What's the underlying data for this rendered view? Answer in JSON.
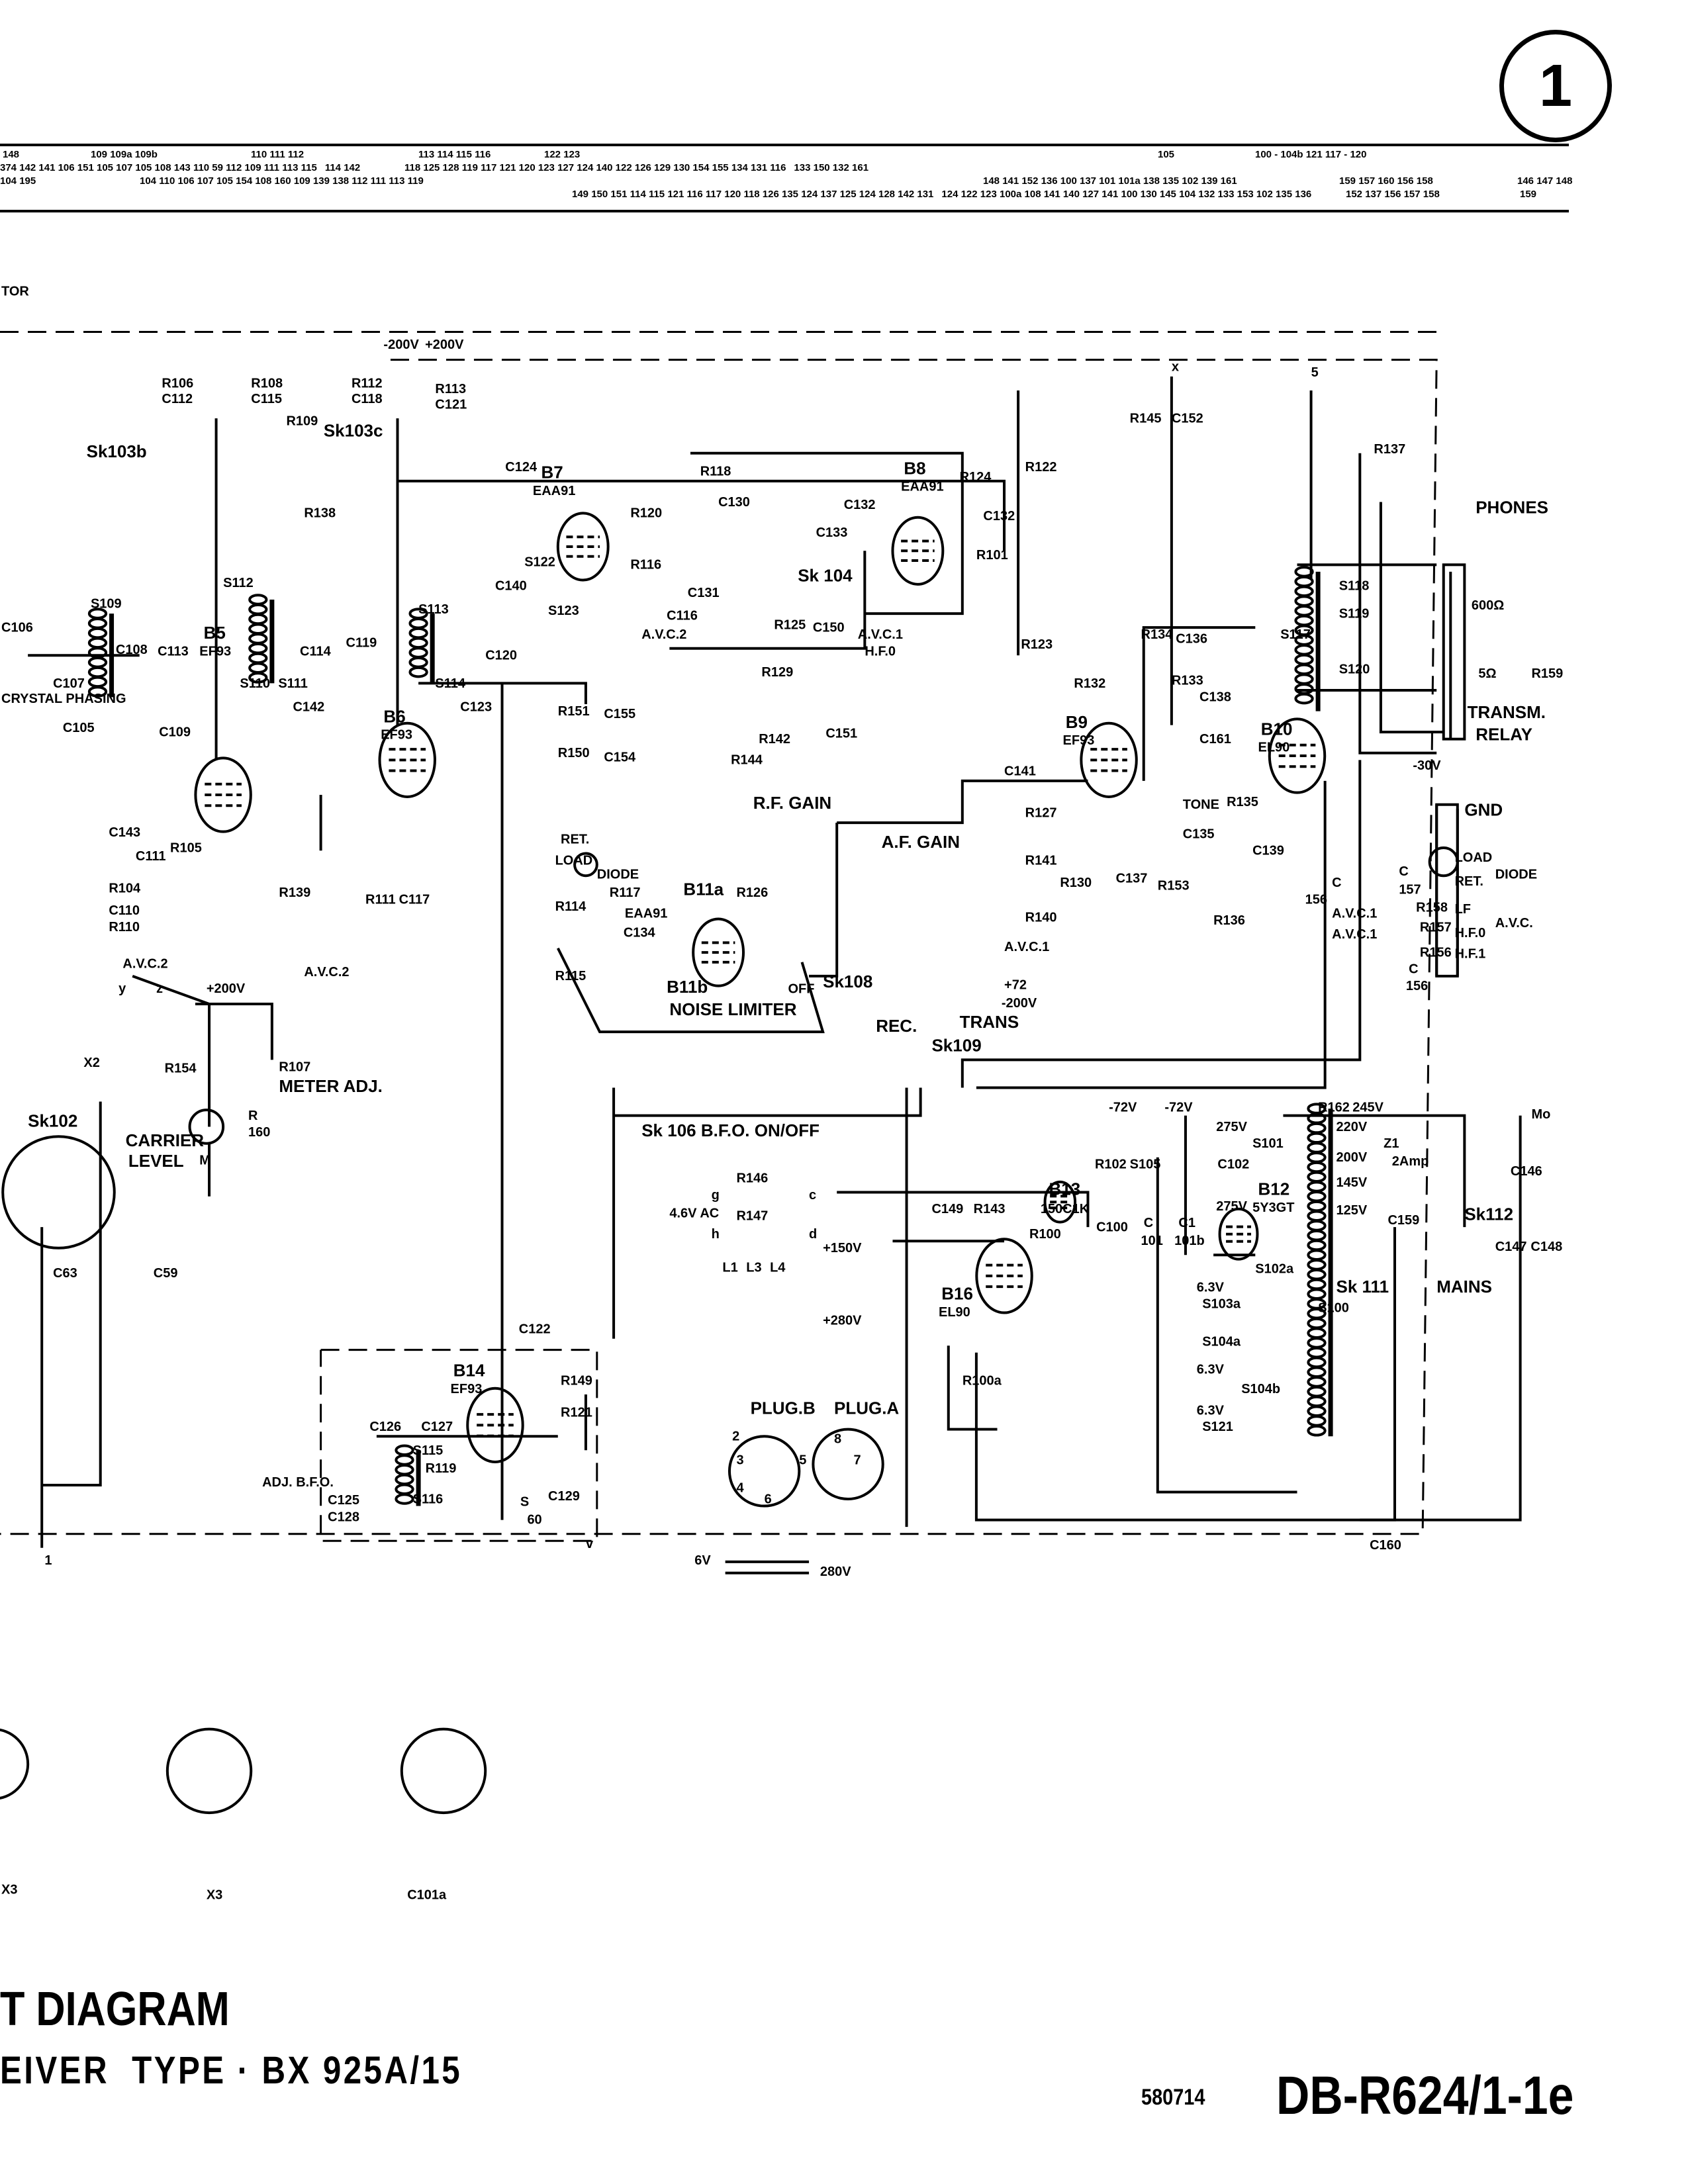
{
  "page_number": "1",
  "title": {
    "line1": "T DIAGRAM",
    "line2": "EIVER  TYPE · BX 925A/15",
    "code": "580714",
    "document_number": "DB-R624/1-1e"
  },
  "reference_strip": [
    "148",
    "109 109a 109b",
    "110 111 112",
    "113 114 115 116",
    "122 123",
    "374 142 141 106 151 105 107 105 108 143 110 59 112 109 111 113 115",
    "114  142",
    "118 125 128 119 117 121  120 123 127 124 140 122 126 129  130 154 155 134 131 116",
    "133 150  132 161",
    "104 110  106 107 105 154 108 160 109  139 138  112  111  113  119",
    "149 150 151 114 115 121 116 117 120 118 126 135 124 137 125 124 128 142 131",
    "105",
    "100 - 104b 121 117 - 120",
    "148  141  152 136 100 137  101 101a  138 135 102 139 161",
    "159 157  160  156 158",
    "146 147 148",
    "124 122  123  100a 108 141 140 127 141 100 130 145 104 132 133 153 102  135 136",
    "152  137 156 157 158",
    "159",
    "104 195"
  ],
  "components": [
    "B5",
    "EF93",
    "B6",
    "EF93",
    "B7",
    "EAA91",
    "B8",
    "EAA91",
    "B9",
    "EF93",
    "B10",
    "EL90",
    "B11a",
    "B11b",
    "EAA91",
    "B12",
    "5Y3GT",
    "B13",
    "150C1K",
    "B14",
    "EF93",
    "B16",
    "EL90",
    "PHONES",
    "600Ω",
    "TRANSM.",
    "RELAY",
    "GND",
    "LOAD",
    "RET.",
    "DIODE",
    "LF",
    "H.F.0",
    "H.F.1",
    "A.V.C.",
    "A.F. GAIN",
    "R.F. GAIN",
    "NOISE LIMITER",
    "OFF",
    "Sk108",
    "Sk 104",
    "Sk103b",
    "Sk103c",
    "Sk 106  B.F.O. ON/OFF",
    "Sk109",
    "REC.",
    "TRANS",
    "Sk 111",
    "MAINS",
    "Sk112",
    "Mo",
    "METER ADJ.",
    "CARRIER",
    "LEVEL",
    "M",
    "X2",
    "Sk102",
    "PLUG.B",
    "PLUG.A",
    "ADJ. B.F.O.",
    "L1",
    "L3",
    "L4",
    "6V",
    "280V",
    "X3",
    "C101a",
    "X3",
    "TONE",
    "4.6V AC",
    "A.V.C.2",
    "A.V.C.2",
    "A.V.C.2",
    "A.V.C.1",
    "H.F.0",
    "A.V.C.1",
    "A.V.C.1",
    "A.V.C.1",
    "RET.",
    "LOAD",
    "DIODE",
    "CRYSTAL PHASING",
    "TOR",
    "R106",
    "C112",
    "R108",
    "C115",
    "R112",
    "C118",
    "R113",
    "C121",
    "R109",
    "R138",
    "C124",
    "R118",
    "C130",
    "C133",
    "C132",
    "C132",
    "R124",
    "R122",
    "R101",
    "R120",
    "R116",
    "C140",
    "S122",
    "S123",
    "C131",
    "C116",
    "R125",
    "C150",
    "R129",
    "C151",
    "R142",
    "R144",
    "R151",
    "R150",
    "C155",
    "C154",
    "C123",
    "S113",
    "S114",
    "C120",
    "C119",
    "S112",
    "C113",
    "S110",
    "S111",
    "C114",
    "C142",
    "C109",
    "C105",
    "C108",
    "S109",
    "C106",
    "C107",
    "C143",
    "R105",
    "C111",
    "R104",
    "C110",
    "R110",
    "R139",
    "R111",
    "C117",
    "R145",
    "C152",
    "R123",
    "R134",
    "C136",
    "R132",
    "R133",
    "C138",
    "C161",
    "C141",
    "R127",
    "R141",
    "R140",
    "R130",
    "C137",
    "R153",
    "R135",
    "C135",
    "C139",
    "R136",
    "R137",
    "S118",
    "S119",
    "S117",
    "S120",
    "R159",
    "5Ω",
    "C",
    "156",
    "C",
    "157",
    "R158",
    "R157",
    "R156",
    "C",
    "156",
    "R154",
    "R107",
    "R",
    "160",
    "C63",
    "C59",
    "R117",
    "R126",
    "C134",
    "R114",
    "R115",
    "R146",
    "R147",
    "g",
    "h",
    "c",
    "d",
    "C122",
    "R149",
    "R121",
    "C126",
    "C127",
    "C125",
    "C128",
    "R119",
    "S115",
    "S116",
    "C129",
    "S",
    "60",
    "R102",
    "S105",
    "C149",
    "R143",
    "R100",
    "C100",
    "C",
    "101",
    "C1",
    "101b",
    "R100a",
    "275V",
    "C102",
    "S101",
    "R162",
    "245V",
    "220V",
    "Z1",
    "2Amp",
    "200V",
    "145V",
    "125V",
    "S102a",
    "S103a",
    "S104a",
    "S104b",
    "S121",
    "S100",
    "6.3V",
    "6.3V",
    "6.3V",
    "C146",
    "C147",
    "C148",
    "C159",
    "C160",
    "275V",
    "+150V",
    "+280V",
    "-200V",
    "+200V",
    "-30V",
    "-72V",
    "-72V",
    "-200V",
    "+72",
    "v",
    "x",
    "y",
    "z",
    "+200V",
    "5",
    "1",
    "2",
    "3",
    "4",
    "5",
    "6",
    "7",
    "8"
  ]
}
